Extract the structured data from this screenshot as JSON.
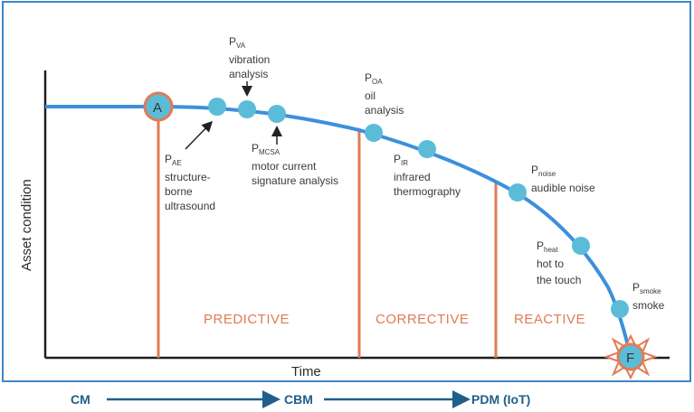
{
  "axes": {
    "x_label": "Time",
    "y_label": "Asset condition"
  },
  "zones": [
    "PREDICTIVE",
    "CORRECTIVE",
    "REACTIVE"
  ],
  "points": {
    "A": "A",
    "F": "F"
  },
  "annotations": {
    "pae": {
      "main": "P",
      "sub": "AE",
      "lines": [
        "structure-",
        "borne",
        "ultrasound"
      ]
    },
    "pva": {
      "main": "P",
      "sub": "VA",
      "lines": [
        "vibration",
        "analysis"
      ]
    },
    "pmcsa": {
      "main": "P",
      "sub": "MCSA",
      "lines": [
        "motor current",
        "signature analysis"
      ]
    },
    "poa": {
      "main": "P",
      "sub": "OA",
      "lines": [
        "oil",
        "analysis"
      ]
    },
    "pir": {
      "main": "P",
      "sub": "IR",
      "lines": [
        "infrared",
        "thermography"
      ]
    },
    "pnoise": {
      "main": "P",
      "sub": "noise",
      "lines": [
        "audible noise"
      ]
    },
    "pheat": {
      "main": "P",
      "sub": "heat",
      "lines": [
        "hot to",
        "the touch"
      ]
    },
    "psmoke": {
      "main": "P",
      "sub": "smoke",
      "lines": [
        "smoke"
      ]
    }
  },
  "progression": [
    "CM",
    "CBM",
    "PDM (IoT)"
  ],
  "colors": {
    "curve": "#3d8fdc",
    "marker": "#5bbcd8",
    "zone": "#e07b55",
    "frame": "#3f86c9",
    "bottom": "#1f5f8b"
  }
}
